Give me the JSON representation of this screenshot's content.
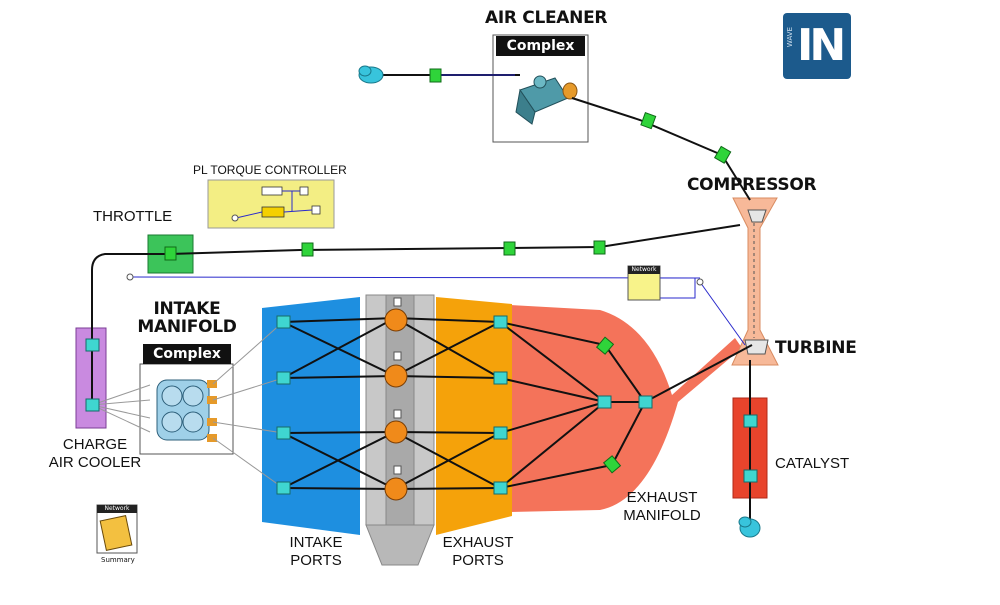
{
  "labels": {
    "air_cleaner": "AIR CLEANER",
    "complex_air": "Complex",
    "compressor": "COMPRESSOR",
    "turbine": "TURBINE",
    "throttle": "THROTTLE",
    "pl_torque": "PL TORQUE CONTROLLER",
    "intake_manifold_1": "INTAKE",
    "intake_manifold_2": "MANIFOLD",
    "complex_intake": "Complex",
    "charge_air_1": "CHARGE",
    "charge_air_2": "AIR COOLER",
    "intake_ports_1": "INTAKE",
    "intake_ports_2": "PORTS",
    "exhaust_ports_1": "EXHAUST",
    "exhaust_ports_2": "PORTS",
    "exhaust_manifold_1": "EXHAUST",
    "exhaust_manifold_2": "MANIFOLD",
    "catalyst": "CATALYST",
    "network_small": "Network",
    "network_summary": "Network",
    "summary": "Summary"
  },
  "logo": {
    "text": "IN",
    "sub": "WAVE"
  },
  "colors": {
    "intake_ports": "#1e8fe0",
    "exhaust_ports": "#f5a20a",
    "exhaust_manifold": "#f4735a",
    "engine_block": "#c8c8c8",
    "charge_air_cooler": "#c98ae0",
    "catalyst": "#e8442c",
    "turbo": "#f7b999",
    "throttle": "#3cc45a",
    "pl_torque": "#f3ee84",
    "pipe_node": "#2fd43a",
    "junction": "#3fd6d0",
    "cylinder": "#f08a1a",
    "ambient": "#38c4dc"
  }
}
